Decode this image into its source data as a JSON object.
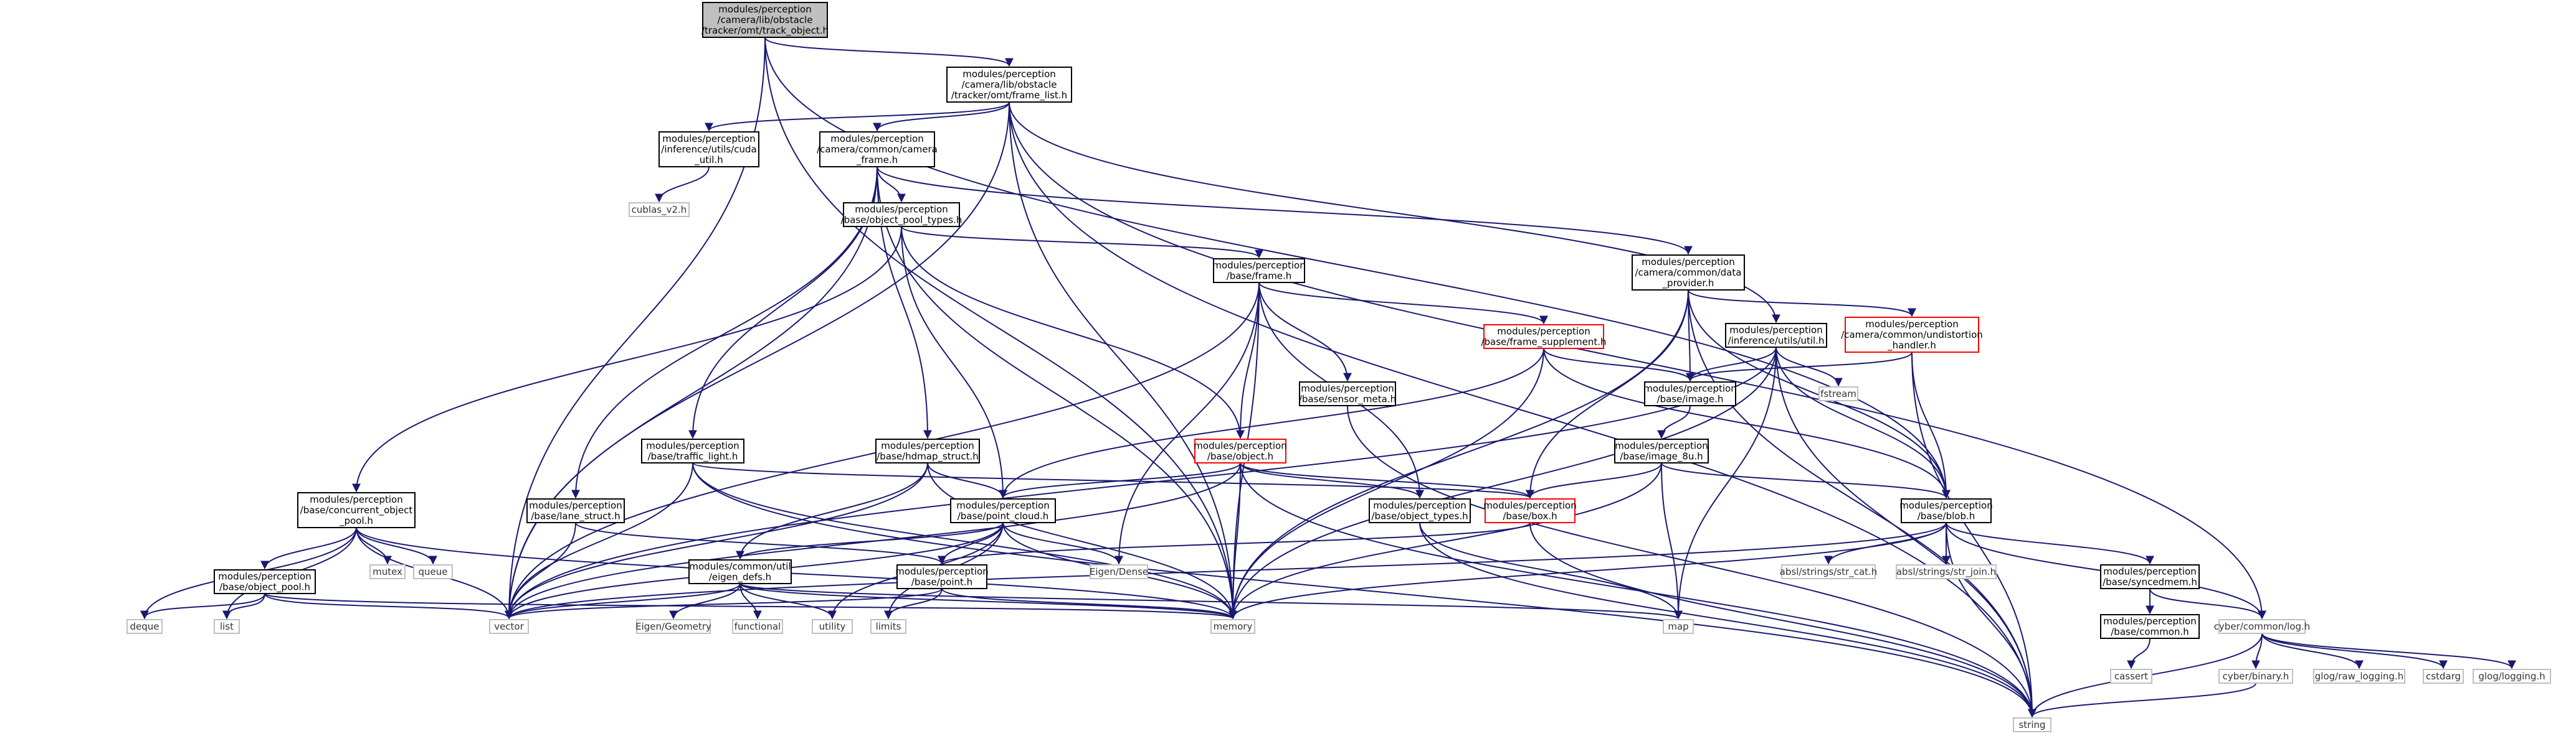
{
  "colors": {
    "edge": "#191970",
    "node_fill": "#ffffff",
    "node_stroke": "#000000",
    "root_fill": "#bfbfbf",
    "external_stroke": "#bfbfbf",
    "incomplete_stroke": "#ff0000"
  },
  "nodes": {
    "track_object": {
      "lines": [
        "modules/perception",
        "/camera/lib/obstacle",
        "/tracker/omt/track_object.h"
      ]
    },
    "frame_list": {
      "lines": [
        "modules/perception",
        "/camera/lib/obstacle",
        "/tracker/omt/frame_list.h"
      ]
    },
    "cuda_util": {
      "lines": [
        "modules/perception",
        "/inference/utils/cuda",
        "_util.h"
      ]
    },
    "cublas": {
      "lines": [
        "cublas_v2.h"
      ]
    },
    "camera_frame": {
      "lines": [
        "modules/perception",
        "/camera/common/camera",
        "_frame.h"
      ]
    },
    "object_pool_types": {
      "lines": [
        "modules/perception",
        "/base/object_pool_types.h"
      ]
    },
    "base_frame": {
      "lines": [
        "modules/perception",
        "/base/frame.h"
      ]
    },
    "data_provider": {
      "lines": [
        "modules/perception",
        "/camera/common/data",
        "_provider.h"
      ]
    },
    "frame_supplement": {
      "lines": [
        "modules/perception",
        "/base/frame_supplement.h"
      ]
    },
    "inference_util": {
      "lines": [
        "modules/perception",
        "/inference/utils/util.h"
      ]
    },
    "undistortion": {
      "lines": [
        "modules/perception",
        "/camera/common/undistortion",
        "_handler.h"
      ]
    },
    "base_image": {
      "lines": [
        "modules/perception",
        "/base/image.h"
      ]
    },
    "fstream": {
      "lines": [
        "fstream"
      ]
    },
    "sensor_meta": {
      "lines": [
        "modules/perception",
        "/base/sensor_meta.h"
      ]
    },
    "image_8u": {
      "lines": [
        "modules/perception",
        "/base/image_8u.h"
      ]
    },
    "traffic_light": {
      "lines": [
        "modules/perception",
        "/base/traffic_light.h"
      ]
    },
    "hdmap_struct": {
      "lines": [
        "modules/perception",
        "/base/hdmap_struct.h"
      ]
    },
    "base_object": {
      "lines": [
        "modules/perception",
        "/base/object.h"
      ]
    },
    "concurrent_pool": {
      "lines": [
        "modules/perception",
        "/base/concurrent_object",
        "_pool.h"
      ]
    },
    "lane_struct": {
      "lines": [
        "modules/perception",
        "/base/lane_struct.h"
      ]
    },
    "point_cloud": {
      "lines": [
        "modules/perception",
        "/base/point_cloud.h"
      ]
    },
    "object_types": {
      "lines": [
        "modules/perception",
        "/base/object_types.h"
      ]
    },
    "base_box": {
      "lines": [
        "modules/perception",
        "/base/box.h"
      ]
    },
    "base_blob": {
      "lines": [
        "modules/perception",
        "/base/blob.h"
      ]
    },
    "mutex": {
      "lines": [
        "mutex"
      ]
    },
    "queue": {
      "lines": [
        "queue"
      ]
    },
    "object_pool": {
      "lines": [
        "modules/perception",
        "/base/object_pool.h"
      ]
    },
    "eigen_defs": {
      "lines": [
        "modules/common/util",
        "/eigen_defs.h"
      ]
    },
    "base_point": {
      "lines": [
        "modules/perception",
        "/base/point.h"
      ]
    },
    "eigen_dense": {
      "lines": [
        "Eigen/Dense"
      ]
    },
    "str_cat": {
      "lines": [
        "absl/strings/str_cat.h"
      ]
    },
    "str_join": {
      "lines": [
        "absl/strings/str_join.h"
      ]
    },
    "syncedmem": {
      "lines": [
        "modules/perception",
        "/base/syncedmem.h"
      ]
    },
    "deque": {
      "lines": [
        "deque"
      ]
    },
    "list": {
      "lines": [
        "list"
      ]
    },
    "vector": {
      "lines": [
        "vector"
      ]
    },
    "eigen_geometry": {
      "lines": [
        "Eigen/Geometry"
      ]
    },
    "functional": {
      "lines": [
        "functional"
      ]
    },
    "utility": {
      "lines": [
        "utility"
      ]
    },
    "limits": {
      "lines": [
        "limits"
      ]
    },
    "memory": {
      "lines": [
        "memory"
      ]
    },
    "map": {
      "lines": [
        "map"
      ]
    },
    "base_common": {
      "lines": [
        "modules/perception",
        "/base/common.h"
      ]
    },
    "cyber_log": {
      "lines": [
        "cyber/common/log.h"
      ]
    },
    "cassert": {
      "lines": [
        "cassert"
      ]
    },
    "cyber_binary": {
      "lines": [
        "cyber/binary.h"
      ]
    },
    "glog_raw": {
      "lines": [
        "glog/raw_logging.h"
      ]
    },
    "cstdarg": {
      "lines": [
        "cstdarg"
      ]
    },
    "glog_logging": {
      "lines": [
        "glog/logging.h"
      ]
    },
    "string": {
      "lines": [
        "string"
      ]
    }
  }
}
